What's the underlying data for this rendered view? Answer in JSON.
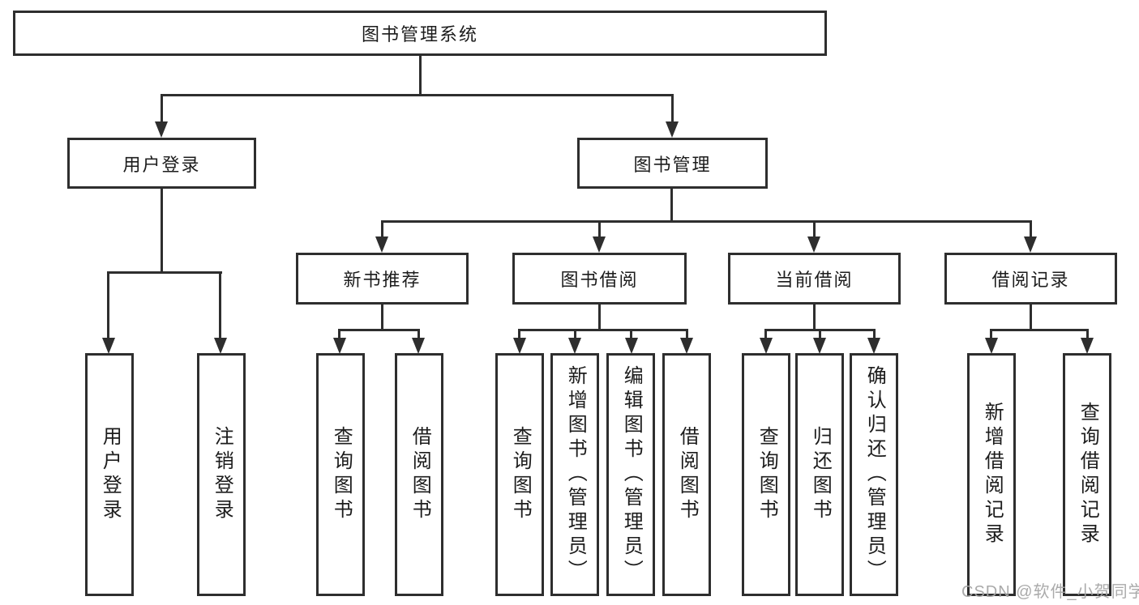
{
  "watermark": "CSDN @软件_小贺同学",
  "colors": {
    "line": "#2e2e2e",
    "text": "#1c1c1c",
    "box_background": "#ffffff",
    "watermark": "#a5a5a5",
    "background": "#ffffff"
  },
  "tree": {
    "root": {
      "label": "图书管理系统",
      "children": [
        {
          "label": "用户登录",
          "children": [
            {
              "label": "用户登录"
            },
            {
              "label": "注销登录"
            }
          ]
        },
        {
          "label": "图书管理",
          "children": [
            {
              "label": "新书推荐",
              "children": [
                {
                  "label": "查询图书"
                },
                {
                  "label": "借阅图书"
                }
              ]
            },
            {
              "label": "图书借阅",
              "children": [
                {
                  "label": "查询图书"
                },
                {
                  "label": "新增图书（管理员）"
                },
                {
                  "label": "编辑图书（管理员）"
                },
                {
                  "label": "借阅图书"
                }
              ]
            },
            {
              "label": "当前借阅",
              "children": [
                {
                  "label": "查询图书"
                },
                {
                  "label": "归还图书"
                },
                {
                  "label": "确认归还（管理员）"
                }
              ]
            },
            {
              "label": "借阅记录",
              "children": [
                {
                  "label": "新增借阅记录"
                },
                {
                  "label": "查询借阅记录"
                }
              ]
            }
          ]
        }
      ]
    }
  }
}
